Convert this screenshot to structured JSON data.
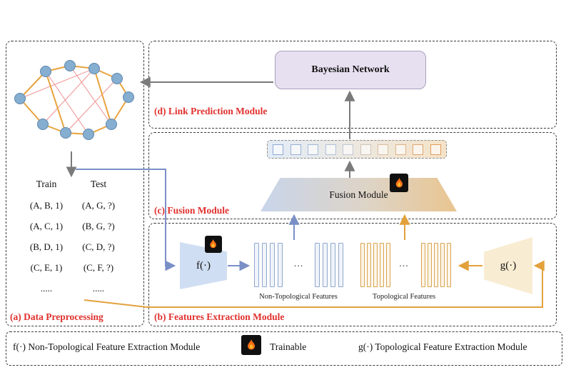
{
  "figure": {
    "modules": {
      "a_label": "(a) Data Preprocessing",
      "b_label": "(b) Features Extraction Module",
      "c_label": "(c) Fusion Module",
      "d_label": "(d) Link Prediction Module"
    },
    "data_preprocessing": {
      "train_header": "Train",
      "test_header": "Test",
      "train_rows": [
        "(A, B, 1)",
        "(A, C, 1)",
        "(B, D, 1)",
        "(C, E, 1)",
        "....."
      ],
      "test_rows": [
        "(A, G, ?)",
        "(B, G, ?)",
        "(C, D, ?)",
        "(C, F, ?)",
        "....."
      ]
    },
    "link_prediction": {
      "bayesian_network_label": "Bayesian Network"
    },
    "fusion": {
      "fusion_module_label": "Fusion Module"
    },
    "feature_extraction": {
      "f_label": "f(·)",
      "g_label": "g(·)",
      "non_topological_label": "Non-Topological Features",
      "topological_label": "Topological Features",
      "ellipsis": "..."
    },
    "legend": {
      "f_item": "f(·)  Non-Topological Feature Extraction Module",
      "trainable_label": "Trainable",
      "g_item": "g(·)  Topological Feature Extraction Module"
    },
    "colors": {
      "module_label_red": "#e0312e",
      "non_topological_blue": "#7b8fc7",
      "topological_orange": "#e3a13c",
      "arrow_gray": "#7a7a7a",
      "bayesian_fill": "#e7e0f0",
      "node_blue": "#85aed1",
      "edge_orange": "#e8a33d",
      "negative_edge_red": "#f08a8a"
    }
  }
}
